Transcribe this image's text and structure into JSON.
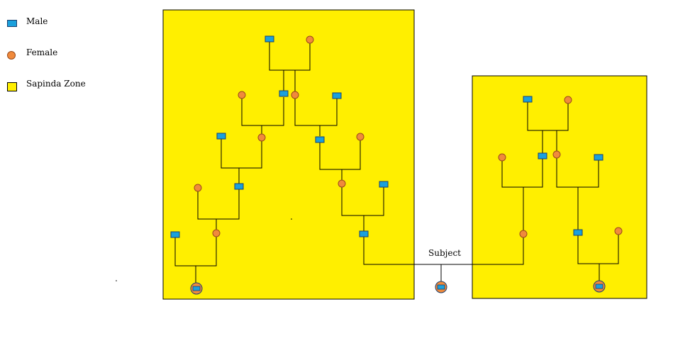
{
  "legend": {
    "male_label": "Male",
    "female_label": "Female",
    "zone_label": "Sapinda Zone"
  },
  "subject_label": "Subject",
  "colors": {
    "male_fill": "#1aa0dc",
    "female_fill": "#f08a3c",
    "zone_fill": "#ffef00"
  }
}
